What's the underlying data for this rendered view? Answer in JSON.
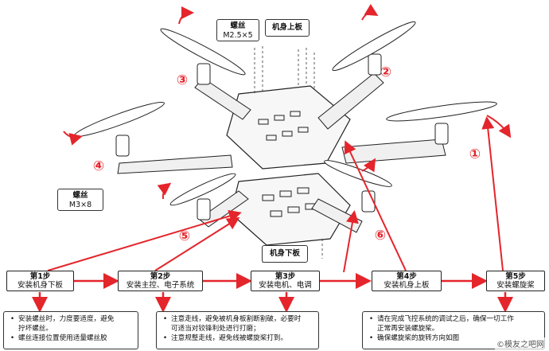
{
  "colors": {
    "accent": "#e4252b",
    "line": "#222222",
    "frame_fill": "#f3f3f3"
  },
  "labels": {
    "screw_top": [
      "螺丝",
      "M2.5×5"
    ],
    "upper_plate": "机身上板",
    "screw_left": [
      "螺丝",
      "M3×8"
    ],
    "lower_plate": "机身下板"
  },
  "arm_numbers": [
    "①",
    "②",
    "③",
    "④",
    "⑤",
    "⑥"
  ],
  "steps": [
    {
      "title": "第1步",
      "desc": "安装机身下板"
    },
    {
      "title": "第2步",
      "desc": "安装主控、电子系统"
    },
    {
      "title": "第3步",
      "desc": "安装电机、电调"
    },
    {
      "title": "第4步",
      "desc": "安装机身上板"
    },
    {
      "title": "第5步",
      "desc": "安装螺旋桨"
    }
  ],
  "notes": {
    "left": [
      [
        "安装螺丝时，力度要适度，避免",
        "拧坏螺丝。"
      ],
      [
        "螺丝连接位置使用适量螺丝胶"
      ]
    ],
    "middle": [
      [
        "注意走线，避免被机身板割断割破，必要时",
        "可适当对铰锋利处进行打磨；"
      ],
      [
        "注意规整走线，避免线被螺旋桨打到。"
      ]
    ],
    "right": [
      [
        "请在完成飞控系统的调试之后，确保一切工作",
        "正常再安装螺旋桨。"
      ],
      [
        "确保螺旋桨的旋转方向如图"
      ]
    ]
  },
  "watermark": "©模友之吧网"
}
